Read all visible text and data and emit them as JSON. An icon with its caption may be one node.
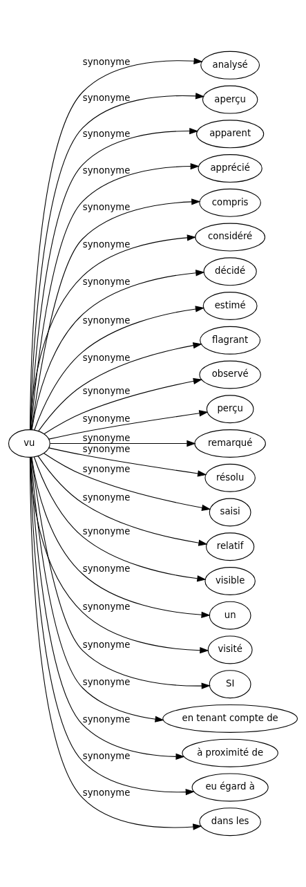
{
  "diagram": {
    "nodes": [
      {
        "text": [
          "vu"
        ]
      },
      {
        "text": [
          "analysé"
        ]
      },
      {
        "text": [
          "aperçu"
        ]
      },
      {
        "text": [
          "apparent"
        ]
      },
      {
        "text": [
          "apprécié"
        ]
      },
      {
        "text": [
          "compris"
        ]
      },
      {
        "text": [
          "considéré"
        ]
      },
      {
        "text": [
          "décidé"
        ]
      },
      {
        "text": [
          "estimé"
        ]
      },
      {
        "text": [
          "flagrant"
        ]
      },
      {
        "text": [
          "observé"
        ]
      },
      {
        "text": [
          "perçu"
        ]
      },
      {
        "text": [
          "remarqué"
        ]
      },
      {
        "text": [
          "résolu"
        ]
      },
      {
        "text": [
          "saisi"
        ]
      },
      {
        "text": [
          "relatif"
        ]
      },
      {
        "text": [
          "visible"
        ]
      },
      {
        "text": [
          "un"
        ]
      },
      {
        "text": [
          "visité"
        ]
      },
      {
        "text": [
          "SI"
        ]
      },
      {
        "text": [
          "en tenant compte de"
        ]
      },
      {
        "text": [
          "à proximité de"
        ]
      },
      {
        "text": [
          "eu égard à"
        ]
      },
      {
        "text": [
          "dans les"
        ]
      }
    ],
    "edges": [
      {
        "from": 0,
        "to": 1,
        "arrow": "to",
        "label": "synonyme"
      },
      {
        "from": 0,
        "to": 2,
        "arrow": "to",
        "label": "synonyme"
      },
      {
        "from": 0,
        "to": 3,
        "arrow": "to",
        "label": "synonyme"
      },
      {
        "from": 0,
        "to": 4,
        "arrow": "to",
        "label": "synonyme"
      },
      {
        "from": 0,
        "to": 5,
        "arrow": "to",
        "label": "synonyme"
      },
      {
        "from": 0,
        "to": 6,
        "arrow": "to",
        "label": "synonyme"
      },
      {
        "from": 0,
        "to": 7,
        "arrow": "to",
        "label": "synonyme"
      },
      {
        "from": 0,
        "to": 8,
        "arrow": "to",
        "label": "synonyme"
      },
      {
        "from": 0,
        "to": 9,
        "arrow": "to",
        "label": "synonyme"
      },
      {
        "from": 0,
        "to": 10,
        "arrow": "to",
        "label": "synonyme"
      },
      {
        "from": 0,
        "to": 11,
        "arrow": "to",
        "label": "synonyme"
      },
      {
        "from": 0,
        "to": 12,
        "arrow": "to",
        "label": "synonyme"
      },
      {
        "from": 0,
        "to": 13,
        "arrow": "to",
        "label": "synonyme"
      },
      {
        "from": 0,
        "to": 14,
        "arrow": "to",
        "label": "synonyme"
      },
      {
        "from": 0,
        "to": 15,
        "arrow": "to",
        "label": "synonyme"
      },
      {
        "from": 0,
        "to": 16,
        "arrow": "to",
        "label": "synonyme"
      },
      {
        "from": 0,
        "to": 17,
        "arrow": "to",
        "label": "synonyme"
      },
      {
        "from": 0,
        "to": 18,
        "arrow": "to",
        "label": "synonyme"
      },
      {
        "from": 0,
        "to": 19,
        "arrow": "to",
        "label": "synonyme"
      },
      {
        "from": 0,
        "to": 20,
        "arrow": "to",
        "label": "synonyme"
      },
      {
        "from": 0,
        "to": 21,
        "arrow": "to",
        "label": "synonyme"
      },
      {
        "from": 0,
        "to": 22,
        "arrow": "to",
        "label": "synonyme"
      },
      {
        "from": 0,
        "to": 23,
        "arrow": "to",
        "label": "synonyme"
      }
    ]
  }
}
